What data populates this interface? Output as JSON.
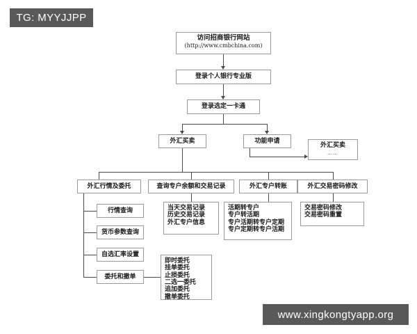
{
  "overlays": {
    "top_left_tag": "TG: MYYJJPP",
    "bottom_right_tag": "www.xingkongtyapp.org",
    "tag_bg_color": "#595959",
    "tag_text_color": "#ffffff"
  },
  "diagram": {
    "title_node": "访问招商银行网站",
    "title_node_url": "(http://www.cmbchina.com)",
    "accent_color": "#4a4a4a",
    "box_border_color": "#9a9a9a",
    "box_fill_color": "#ffffff",
    "nodes": {
      "visit_site": "访问招商银行网站",
      "visit_site_url": "(http://www.cmbchina.com)",
      "login_pro": "登录个人银行专业版",
      "login_card": "登录选定一卡通",
      "fx_trade": "外汇买卖",
      "function_apply": "功能申请",
      "fx_trade_right": "外汇买卖",
      "fx_trade_right_dots": "……",
      "col1": "外汇行情及委托",
      "col2": "查询专户余额和交易记录",
      "col3": "外汇专户转账",
      "col4": "外汇交易密码修改",
      "col1_sub1": "行情查询",
      "col1_sub2": "货币参数查询",
      "col1_sub3": "自选汇率设置",
      "col1_sub4": "委托和撤单"
    },
    "lists": {
      "query_records": [
        "当天交易记录",
        "历史交易记录",
        "外汇专户信息"
      ],
      "transfer_options": [
        "活期转专户",
        "专户转活期",
        "专户活期转专户定期",
        "专户定期转专户活期"
      ],
      "password_options": [
        "交易密码修改",
        "交易密码重置"
      ],
      "entrust_options": [
        "即时委托",
        "挂单委托",
        "止损委托",
        "二选一委托",
        "追加委托",
        "撤单委托"
      ]
    }
  }
}
